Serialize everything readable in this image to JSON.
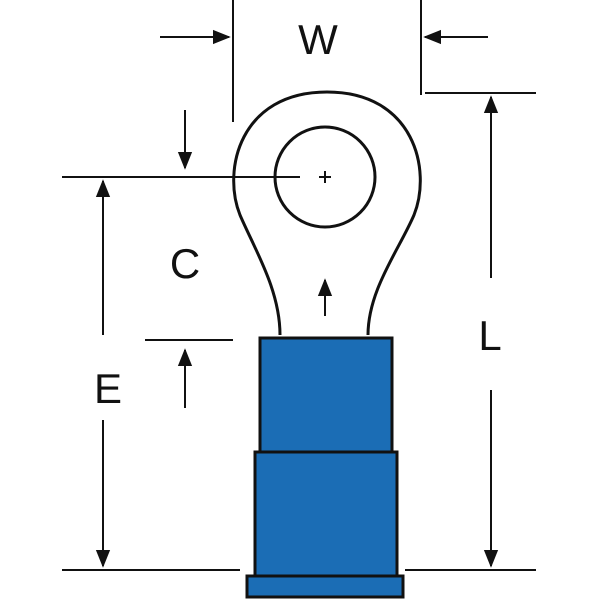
{
  "diagram": {
    "subject": "ring-terminal",
    "labels": {
      "width": "W",
      "length": "L",
      "center_offset": "C",
      "edge": "E"
    },
    "colors": {
      "insulation": "#1b6db5",
      "line": "#111111",
      "background": "#ffffff"
    }
  }
}
